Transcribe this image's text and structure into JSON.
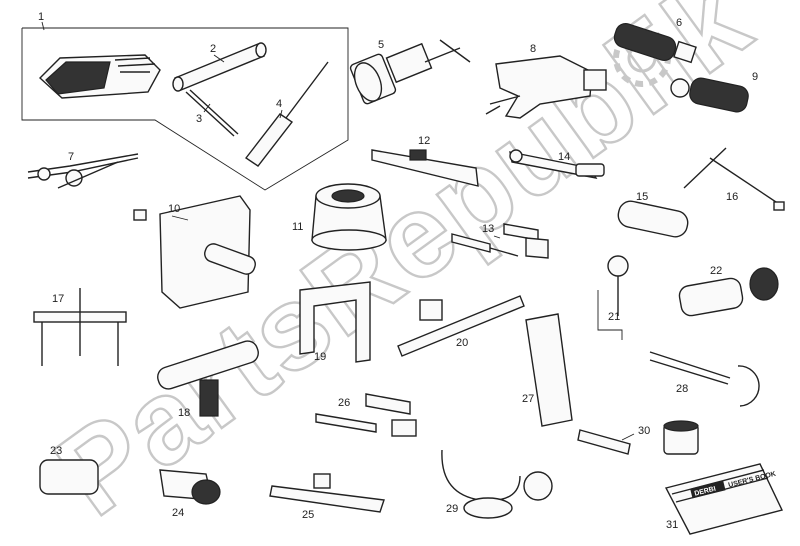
{
  "watermark": "PartsRepublik",
  "watermark_logo_icon": "gear-logo-icon",
  "book": {
    "brand": "DERBI",
    "title": "USER'S BOOK"
  },
  "colors": {
    "ink": "#222222",
    "watermark": "#c8c8c8",
    "background": "#ffffff"
  },
  "callouts": [
    {
      "id": "1",
      "text": "1"
    },
    {
      "id": "2",
      "text": "2"
    },
    {
      "id": "3",
      "text": "3"
    },
    {
      "id": "4",
      "text": "4"
    },
    {
      "id": "5",
      "text": "5"
    },
    {
      "id": "6",
      "text": "6"
    },
    {
      "id": "7",
      "text": "7"
    },
    {
      "id": "8",
      "text": "8"
    },
    {
      "id": "9",
      "text": "9"
    },
    {
      "id": "10",
      "text": "10"
    },
    {
      "id": "11",
      "text": "11"
    },
    {
      "id": "12",
      "text": "12"
    },
    {
      "id": "13",
      "text": "13"
    },
    {
      "id": "14",
      "text": "14"
    },
    {
      "id": "15",
      "text": "15"
    },
    {
      "id": "16",
      "text": "16"
    },
    {
      "id": "17",
      "text": "17"
    },
    {
      "id": "18",
      "text": "18"
    },
    {
      "id": "19",
      "text": "19"
    },
    {
      "id": "20",
      "text": "20"
    },
    {
      "id": "21",
      "text": "21"
    },
    {
      "id": "22",
      "text": "22"
    },
    {
      "id": "23",
      "text": "23"
    },
    {
      "id": "24",
      "text": "24"
    },
    {
      "id": "25",
      "text": "25"
    },
    {
      "id": "26",
      "text": "26"
    },
    {
      "id": "27",
      "text": "27"
    },
    {
      "id": "28",
      "text": "28"
    },
    {
      "id": "29",
      "text": "29"
    },
    {
      "id": "30",
      "text": "30"
    },
    {
      "id": "31",
      "text": "31"
    }
  ]
}
